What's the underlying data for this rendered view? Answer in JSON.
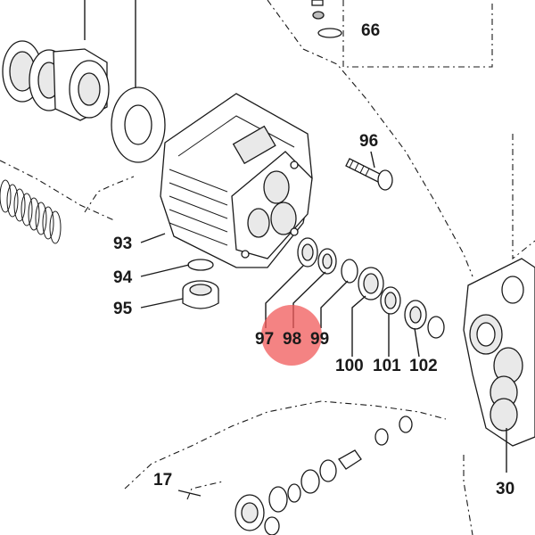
{
  "diagram": {
    "labels": {
      "l66": "66",
      "l96": "96",
      "l93": "93",
      "l94": "94",
      "l95": "95",
      "l97": "97",
      "l98": "98",
      "l99": "99",
      "l100": "100",
      "l101": "101",
      "l102": "102",
      "l17": "17",
      "l30": "30"
    },
    "highlight_color": "#f05a5a",
    "line_color": "#1a1a1a"
  }
}
